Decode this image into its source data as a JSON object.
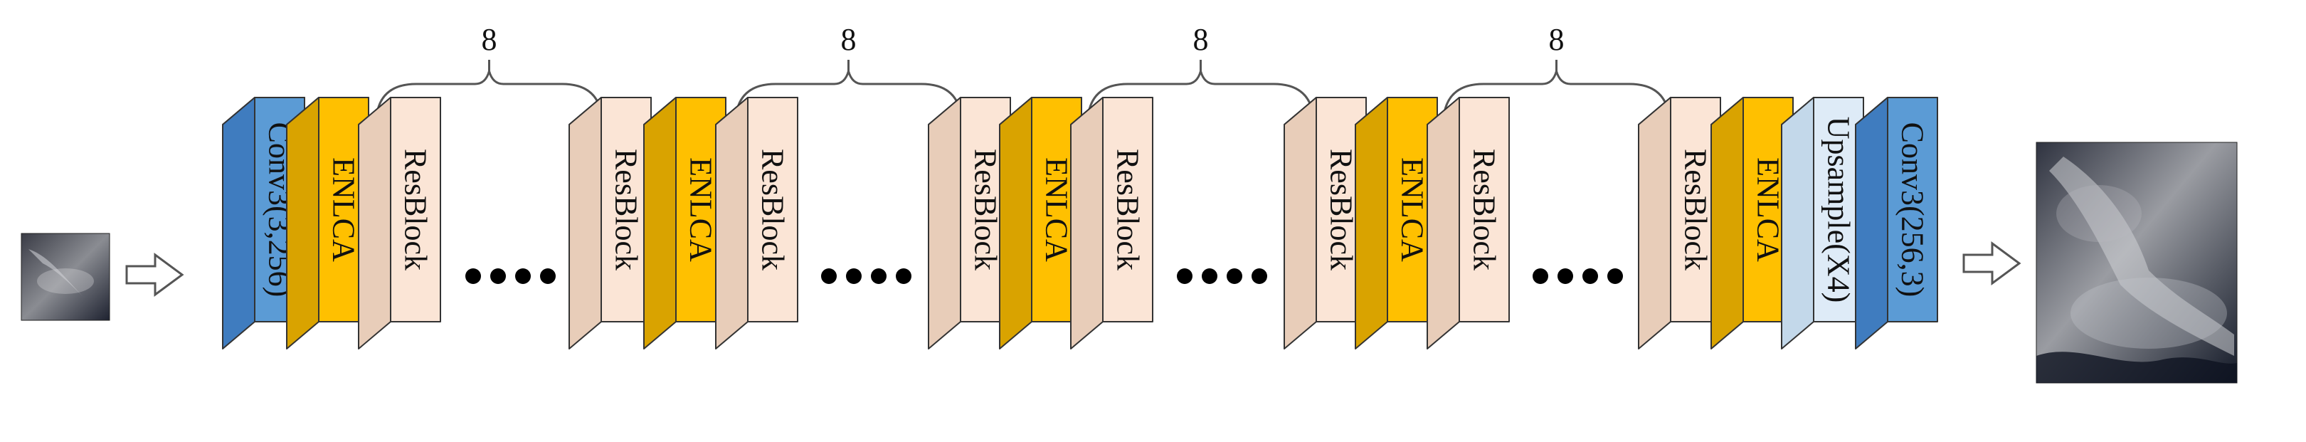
{
  "colors": {
    "conv": [
      "#5b9bd5",
      "#3f7cbf",
      "#7fb2e2"
    ],
    "enlca": [
      "#ffc000",
      "#d9a300",
      "#ffd24d"
    ],
    "resblock": [
      "#fbe5d6",
      "#e8cdb9",
      "#fdf0e6"
    ],
    "upsample": [
      "#deebf7",
      "#c3d8ea",
      "#ecf4fb"
    ],
    "bracket": "#555555",
    "dots": "#000000",
    "arrow": "#555555"
  },
  "input_image": {
    "name": "input-lowres-cloud-image",
    "colors": [
      "#3a3c46",
      "#8a8c92",
      "#1e2230"
    ]
  },
  "output_image": {
    "name": "output-highres-cloud-image",
    "colors": [
      "#2f3340",
      "#9a9ca2",
      "#141a28"
    ]
  },
  "stages": [
    {
      "repeat": "8",
      "blocks": [
        {
          "type": "conv",
          "label": "Conv3(3,256)"
        },
        {
          "type": "enlca",
          "label": "ENLCA"
        },
        {
          "type": "resblock",
          "label": "ResBlock"
        }
      ]
    },
    {
      "repeat": "8",
      "blocks": [
        {
          "type": "resblock",
          "label": "ResBlock"
        },
        {
          "type": "enlca",
          "label": "ENLCA"
        },
        {
          "type": "resblock",
          "label": "ResBlock"
        }
      ]
    },
    {
      "repeat": "8",
      "blocks": [
        {
          "type": "resblock",
          "label": "ResBlock"
        },
        {
          "type": "enlca",
          "label": "ENLCA"
        },
        {
          "type": "resblock",
          "label": "ResBlock"
        }
      ]
    },
    {
      "repeat": "8",
      "blocks": [
        {
          "type": "resblock",
          "label": "ResBlock"
        },
        {
          "type": "enlca",
          "label": "ENLCA"
        },
        {
          "type": "resblock",
          "label": "ResBlock"
        }
      ]
    },
    {
      "repeat": "",
      "blocks": [
        {
          "type": "resblock",
          "label": "ResBlock"
        },
        {
          "type": "enlca",
          "label": "ENLCA"
        },
        {
          "type": "upsample",
          "label": "Upsample(X4)"
        },
        {
          "type": "conv",
          "label": "Conv3(256,3)"
        }
      ]
    }
  ]
}
